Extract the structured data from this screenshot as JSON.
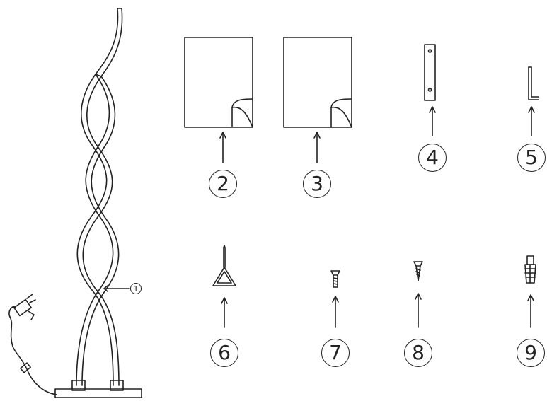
{
  "parts": [
    {
      "number": "1",
      "item": "lamp"
    },
    {
      "number": "2",
      "item": "sheet"
    },
    {
      "number": "3",
      "item": "sheet"
    },
    {
      "number": "4",
      "item": "bracket"
    },
    {
      "number": "5",
      "item": "hex-key"
    },
    {
      "number": "6",
      "item": "tool"
    },
    {
      "number": "7",
      "item": "screw"
    },
    {
      "number": "8",
      "item": "screw"
    },
    {
      "number": "9",
      "item": "anchor"
    }
  ],
  "colors": {
    "line": "#222222",
    "background": "#ffffff"
  }
}
